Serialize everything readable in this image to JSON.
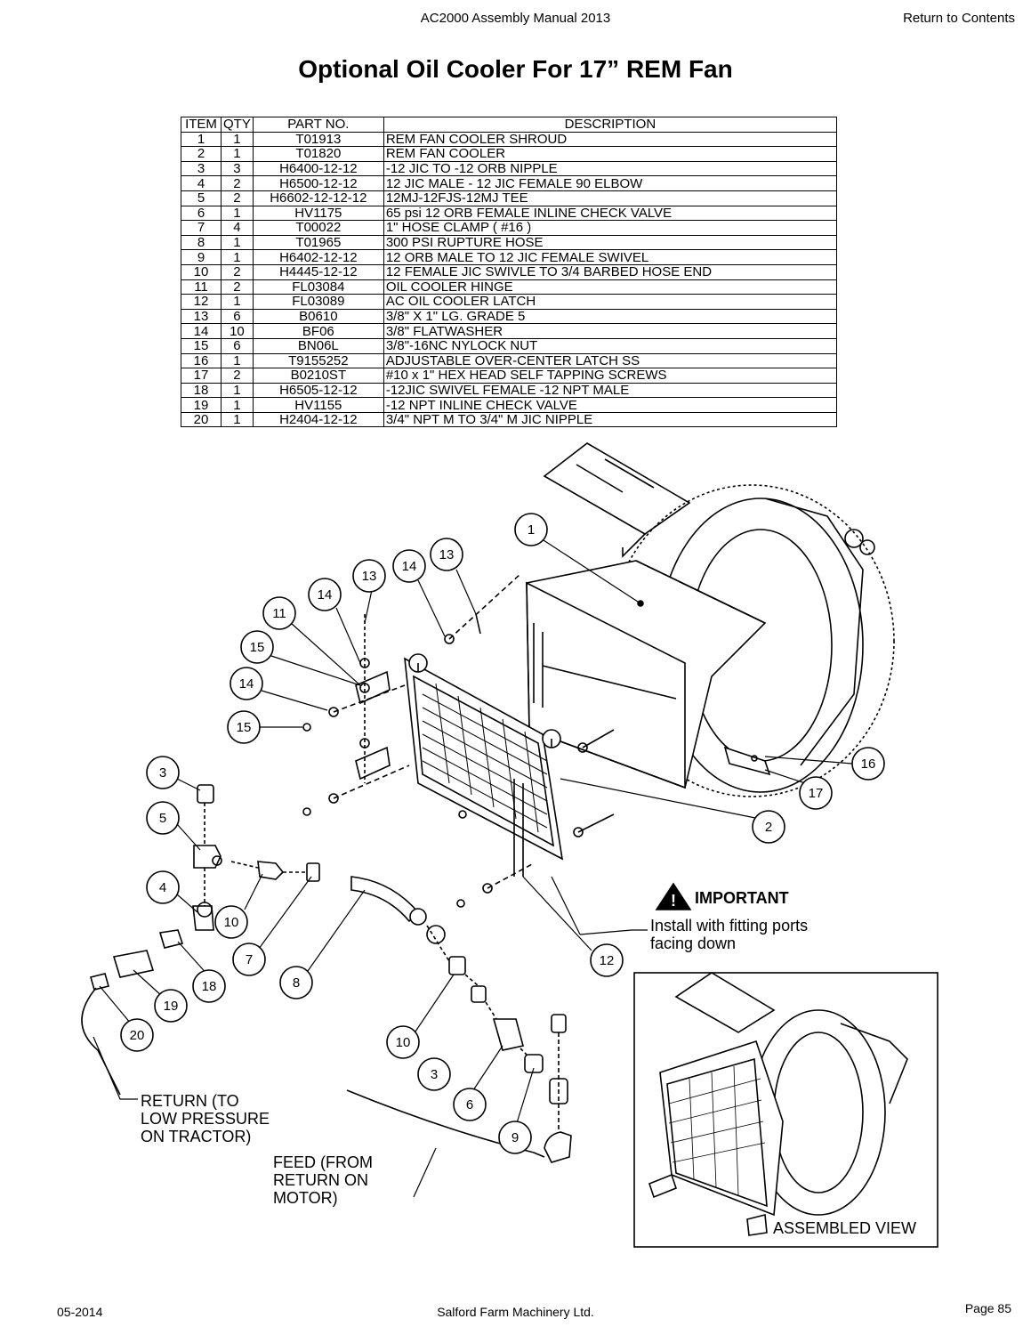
{
  "header": {
    "manual_title": "AC2000 Assembly Manual 2013",
    "return_link": "Return to Contents"
  },
  "page_title": "Optional Oil Cooler For 17” REM Fan",
  "parts_table": {
    "headers": [
      "ITEM",
      "QTY",
      "PART NO.",
      "DESCRIPTION"
    ],
    "rows": [
      [
        "1",
        "1",
        "T01913",
        "REM FAN COOLER SHROUD"
      ],
      [
        "2",
        "1",
        "T01820",
        "REM FAN COOLER"
      ],
      [
        "3",
        "3",
        "H6400-12-12",
        "-12 JIC TO -12 ORB NIPPLE"
      ],
      [
        "4",
        "2",
        "H6500-12-12",
        "12 JIC MALE - 12 JIC FEMALE 90 ELBOW"
      ],
      [
        "5",
        "2",
        "H6602-12-12-12",
        "12MJ-12FJS-12MJ TEE"
      ],
      [
        "6",
        "1",
        "HV1175",
        "65 psi 12 ORB FEMALE  INLINE CHECK VALVE"
      ],
      [
        "7",
        "4",
        "T00022",
        "1\" HOSE CLAMP ( #16 )"
      ],
      [
        "8",
        "1",
        "T01965",
        "300 PSI RUPTURE HOSE"
      ],
      [
        "9",
        "1",
        "H6402-12-12",
        "12 ORB MALE TO 12 JIC FEMALE SWIVEL"
      ],
      [
        "10",
        "2",
        "H4445-12-12",
        "12 FEMALE JIC SWIVLE TO 3/4 BARBED HOSE END"
      ],
      [
        "11",
        "2",
        "FL03084",
        "OIL COOLER HINGE"
      ],
      [
        "12",
        "1",
        "FL03089",
        "AC OIL COOLER LATCH"
      ],
      [
        "13",
        "6",
        "B0610",
        "3/8\" X 1\" LG.   GRADE  5"
      ],
      [
        "14",
        "10",
        "BF06",
        "3/8\" FLATWASHER"
      ],
      [
        "15",
        "6",
        "BN06L",
        "3/8\"-16NC NYLOCK NUT"
      ],
      [
        "16",
        "1",
        "T9155252",
        "ADJUSTABLE OVER-CENTER LATCH SS"
      ],
      [
        "17",
        "2",
        "B0210ST",
        "#10 x 1\" HEX HEAD SELF TAPPING SCREWS"
      ],
      [
        "18",
        "1",
        "H6505-12-12",
        "-12JIC SWIVEL FEMALE -12 NPT MALE"
      ],
      [
        "19",
        "1",
        "HV1155",
        "-12 NPT INLINE CHECK VALVE"
      ],
      [
        "20",
        "1",
        "H2404-12-12",
        "3/4\" NPT M TO 3/4\" M JIC NIPPLE"
      ]
    ]
  },
  "diagram": {
    "callouts": {
      "c1": "1",
      "c2": "2",
      "c3a": "3",
      "c3b": "3",
      "c4": "4",
      "c5": "5",
      "c6": "6",
      "c7": "7",
      "c8": "8",
      "c9": "9",
      "c10a": "10",
      "c10b": "10",
      "c11": "11",
      "c12": "12",
      "c13a": "13",
      "c13b": "13",
      "c14a": "14",
      "c14b": "14",
      "c14c": "14",
      "c15a": "15",
      "c15b": "15",
      "c16": "16",
      "c17": "17",
      "c18": "18",
      "c19": "19",
      "c20": "20"
    },
    "important_label": "IMPORTANT",
    "important_note_1": "Install with fitting ports",
    "important_note_2": "facing down",
    "return_1": "RETURN (TO",
    "return_2": "LOW PRESSURE",
    "return_3": "ON TRACTOR)",
    "feed_1": "FEED (FROM",
    "feed_2": "RETURN ON",
    "feed_3": "MOTOR)",
    "assembled_view": "ASSEMBLED VIEW"
  },
  "footer": {
    "date": "05-2014",
    "company": "Salford Farm Machinery Ltd.",
    "page": "Page 85"
  }
}
